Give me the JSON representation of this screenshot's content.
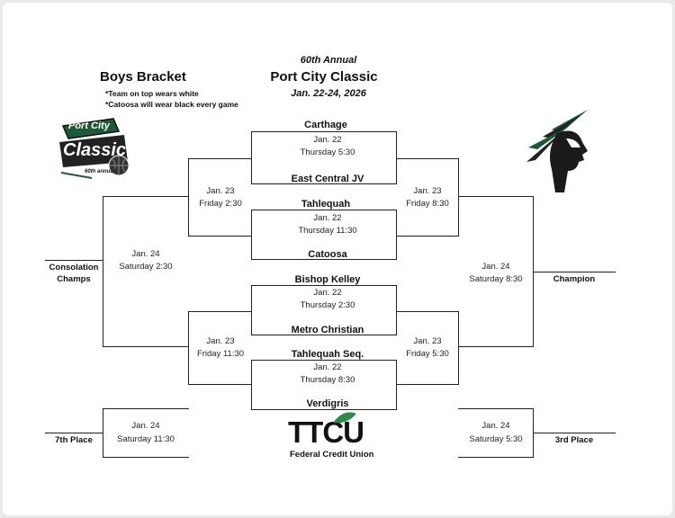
{
  "header": {
    "annual": "60th Annual",
    "title": "Port City Classic",
    "dates": "Jan. 22-24, 2026"
  },
  "bracket_title": "Boys Bracket",
  "notes": [
    "*Team on top wears white",
    "*Catoosa will wear black every game"
  ],
  "logos": {
    "left": {
      "line1": "Port City",
      "line2": "Classic",
      "sub": "60th annual"
    },
    "sponsor": {
      "name": "TTCU",
      "sub": "Federal Credit Union"
    }
  },
  "round1": [
    {
      "top": "Carthage",
      "bottom": "East Central JV",
      "date": "Jan. 22",
      "time": "Thursday  5:30"
    },
    {
      "top": "Tahlequah",
      "bottom": "Catoosa",
      "date": "Jan. 22",
      "time": "Thursday  11:30"
    },
    {
      "top": "Bishop Kelley",
      "bottom": "Metro Christian",
      "date": "Jan. 22",
      "time": "Thursday  2:30"
    },
    {
      "top": "Tahlequah Seq.",
      "bottom": "Verdigris",
      "date": "Jan. 22",
      "time": "Thursday  8:30"
    }
  ],
  "round2_left": [
    {
      "date": "Jan. 23",
      "time": "Friday  2:30"
    },
    {
      "date": "Jan. 23",
      "time": "Friday  11:30"
    }
  ],
  "round2_right": [
    {
      "date": "Jan. 23",
      "time": "Friday  8:30"
    },
    {
      "date": "Jan. 23",
      "time": "Friday  5:30"
    }
  ],
  "finals": {
    "consolation": {
      "date": "Jan. 24",
      "time": "Saturday  2:30",
      "label_line1": "Consolation",
      "label_line2": "Champs"
    },
    "championship": {
      "date": "Jan. 24",
      "time": "Saturday  8:30",
      "label": "Champion"
    },
    "seventh": {
      "date": "Jan. 24",
      "time": "Saturday  11:30",
      "label": "7th Place"
    },
    "third": {
      "date": "Jan. 24",
      "time": "Saturday  5:30",
      "label": "3rd Place"
    }
  }
}
